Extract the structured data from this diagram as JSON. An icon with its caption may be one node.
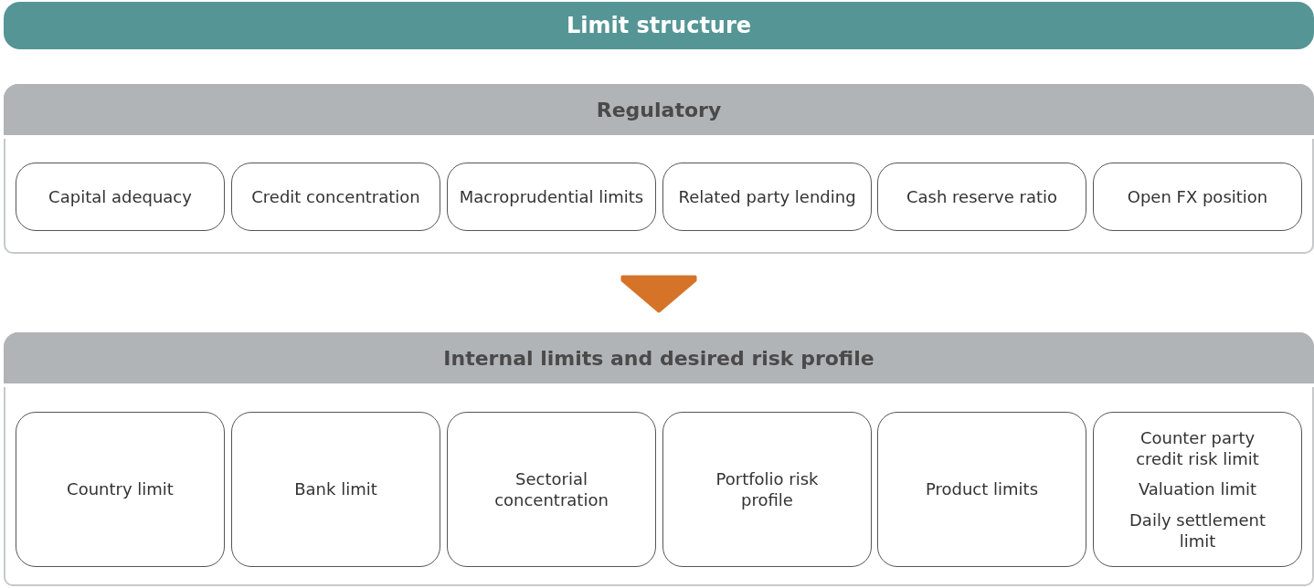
{
  "diagram": {
    "title": "Limit structure",
    "nodes": [
      {
        "text": [
          "Regulatory"
        ]
      },
      {
        "text": [
          "Capital adequacy"
        ],
        "in": 0
      },
      {
        "text": [
          "Credit concentration"
        ],
        "in": 0
      },
      {
        "text": [
          "Macroprudential limits"
        ],
        "in": 0
      },
      {
        "text": [
          "Related party lending"
        ],
        "in": 0
      },
      {
        "text": [
          "Cash reserve ratio"
        ],
        "in": 0
      },
      {
        "text": [
          "Open FX position"
        ],
        "in": 0
      },
      {
        "text": [
          "Internal limits and desired risk profile"
        ]
      },
      {
        "text": [
          "Country limit"
        ],
        "in": 7
      },
      {
        "text": [
          "Bank limit"
        ],
        "in": 7
      },
      {
        "text": [
          "Sectorial concentration"
        ],
        "in": 7
      },
      {
        "text": [
          "Portfolio risk profile"
        ],
        "in": 7
      },
      {
        "text": [
          "Product limits"
        ],
        "in": 7
      },
      {
        "text": [
          "Counter party credit risk limit",
          "Valuation limit",
          "Daily settlement limit"
        ],
        "in": 7
      }
    ],
    "edges": [
      {
        "from": 0,
        "to": 7,
        "arrow": "to",
        "color": "#d57428"
      }
    ]
  }
}
